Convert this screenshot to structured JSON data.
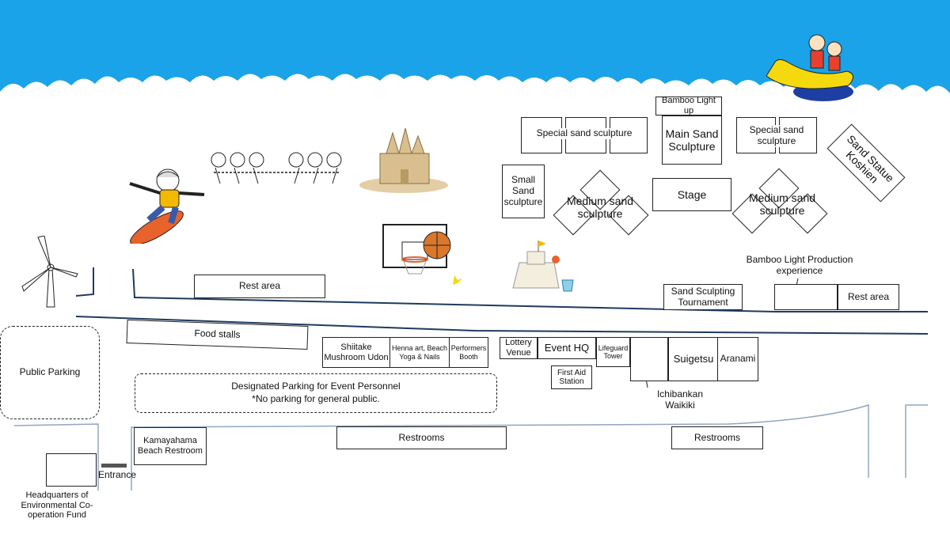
{
  "colors": {
    "sea": "#1aa3e8",
    "road_line": "#1f3a5f",
    "skate": "#e8622c",
    "banana_boat": "#f5d90f",
    "boat_blue": "#1d3fa3"
  },
  "icons": [
    "surfing-kid-icon",
    "tug-of-war-icon",
    "sand-castle-icon",
    "basketball-hoop-icon",
    "sandcastle-bucket-icon",
    "wind-turbine-icon",
    "banana-boat-icon"
  ],
  "beach": {
    "bamboo_light_up": "Bamboo Light up",
    "main_sculpture": "Main Sand Sculpture",
    "special_left": "Special sand sculpture",
    "special_right": "Special sand sculpture",
    "small_sculpture": "Small Sand sculpture",
    "medium_left": "Medium sand sculpture",
    "medium_right": "Medium sand sculpture",
    "stage": "Stage",
    "koshien": "Sand Statue Koshien",
    "rest_area_left": "Rest area",
    "bamboo_production": "Bamboo Light Production experience",
    "sand_tournament": "Sand Sculpting Tournament",
    "rest_area_right": "Rest area"
  },
  "street": {
    "food_stalls": "Food stalls",
    "shiitake": "Shiitake Mushroom Udon",
    "henna": "Henna art, Beach Yoga & Nails",
    "performers": "Performers Booth",
    "lottery": "Lottery Venue",
    "event_hq": "Event HQ",
    "lifeguard": "Lifeguard Tower",
    "first_aid": "First Aid Station",
    "suigetsu": "Suigetsu",
    "aranami": "Aranami",
    "ichibankan": "Ichibankan Waikiki",
    "public_parking": "Public Parking",
    "designated_parking": "Designated Parking for Event Personnel",
    "no_parking_note": "*No parking for general public.",
    "kamayahama": "Kamayahama Beach Restroom",
    "restrooms_left": "Restrooms",
    "restrooms_right": "Restrooms",
    "entrance": "Entrance",
    "hq_env_fund": "Headquarters of Environmental Co-operation Fund"
  }
}
